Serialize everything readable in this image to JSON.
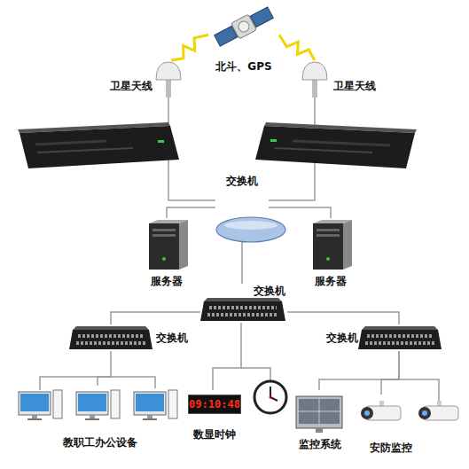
{
  "diagram": {
    "nodes": [
      {
        "text": [
          "北斗、GPS"
        ]
      },
      {
        "text": [
          "卫星天线"
        ]
      },
      {
        "text": [
          "卫星天线"
        ]
      },
      {
        "text": [
          "交换机"
        ]
      },
      {
        "text": [
          "服务器"
        ]
      },
      {
        "text": [
          "服务器"
        ]
      },
      {
        "text": [
          "交换机"
        ]
      },
      {
        "text": [
          "交换机"
        ]
      },
      {
        "text": [
          "交换机"
        ]
      },
      {
        "text": [
          "教职工办公设备"
        ]
      },
      {
        "text": [
          "09:10:48",
          "数显时钟"
        ]
      },
      {
        "text": [
          "监控系统"
        ]
      },
      {
        "text": [
          "安防监控"
        ]
      }
    ],
    "edges": [
      {
        "from": 0,
        "to": 1,
        "arrow": "none"
      },
      {
        "from": 0,
        "to": 2,
        "arrow": "none"
      },
      {
        "from": 1,
        "to": 3,
        "arrow": "none"
      },
      {
        "from": 2,
        "to": 3,
        "arrow": "none"
      },
      {
        "from": 3,
        "to": 4,
        "arrow": "none"
      },
      {
        "from": 3,
        "to": 5,
        "arrow": "none"
      },
      {
        "from": 3,
        "to": 6,
        "arrow": "none"
      },
      {
        "from": 6,
        "to": 7,
        "arrow": "none"
      },
      {
        "from": 6,
        "to": 8,
        "arrow": "none"
      },
      {
        "from": 7,
        "to": 9,
        "arrow": "none"
      },
      {
        "from": 6,
        "to": 10,
        "arrow": "none"
      },
      {
        "from": 8,
        "to": 11,
        "arrow": "none"
      },
      {
        "from": 8,
        "to": 12,
        "arrow": "none"
      }
    ]
  }
}
